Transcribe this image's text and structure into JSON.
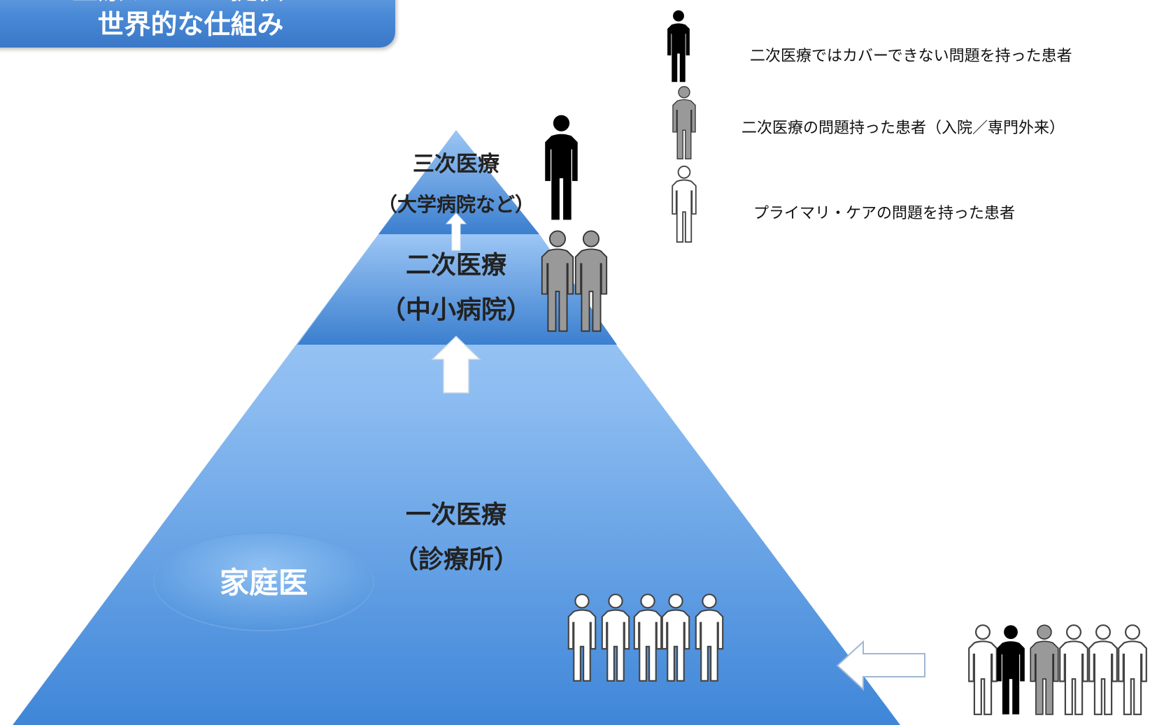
{
  "title": {
    "line1": "医療サービス提供の",
    "line2": "世界的な仕組み"
  },
  "tiers": {
    "tertiary": {
      "name": "三次医療",
      "detail": "（大学病院など）"
    },
    "secondary": {
      "name": "二次医療",
      "detail": "（中小病院）"
    },
    "primary": {
      "name": "一次医療",
      "detail": "（診療所）"
    }
  },
  "family_doctor": "家庭医",
  "legend": [
    {
      "label": "二次医療ではカバーできない問題を持った患者",
      "color": "#000000"
    },
    {
      "label": "二次医療の問題持った患者（入院／専門外来）",
      "color": "#999999"
    },
    {
      "label": "プライマリ・ケアの問題を持った患者",
      "color": "#ffffff"
    }
  ],
  "colors": {
    "pyramid_top": "#a9cdf7",
    "pyramid_bottom": "#3f86d8",
    "tier_band": "#3b7fcf",
    "title_bg": "#4a8ad6",
    "black_patient": "#000000",
    "gray_patient": "#999999",
    "white_patient": "#ffffff"
  },
  "icons": {
    "patient": "person-icon",
    "referral": "up-arrow-icon",
    "entry": "left-arrow-icon"
  }
}
